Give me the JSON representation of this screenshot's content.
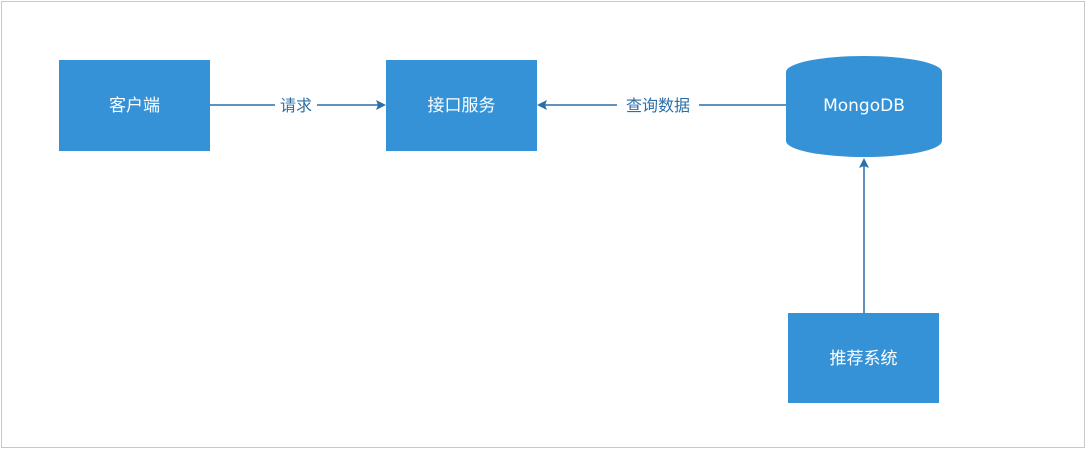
{
  "nodes": {
    "client": {
      "label": "客户端"
    },
    "api": {
      "label": "接口服务"
    },
    "mongodb": {
      "label": "MongoDB"
    },
    "recommender": {
      "label": "推荐系统"
    }
  },
  "edges": {
    "request": {
      "label": "请求"
    },
    "query": {
      "label": "查询数据"
    }
  },
  "colors": {
    "node_fill": "#3592d6",
    "edge": "#2a6fa8",
    "node_text": "#ffffff"
  }
}
